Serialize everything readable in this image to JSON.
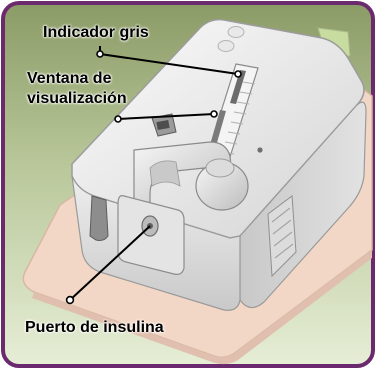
{
  "labels": {
    "indicator": "Indicador gris",
    "window_line1": "Ventana de",
    "window_line2": "visualización",
    "port": "Puerto de insulina"
  },
  "colors": {
    "frame_border": "#6b2a6e",
    "background_top": "#8a9a64",
    "background_bottom": "#dfe8c9",
    "base_plate": "#f2d8c8",
    "device_body": "#e6e6e6"
  }
}
